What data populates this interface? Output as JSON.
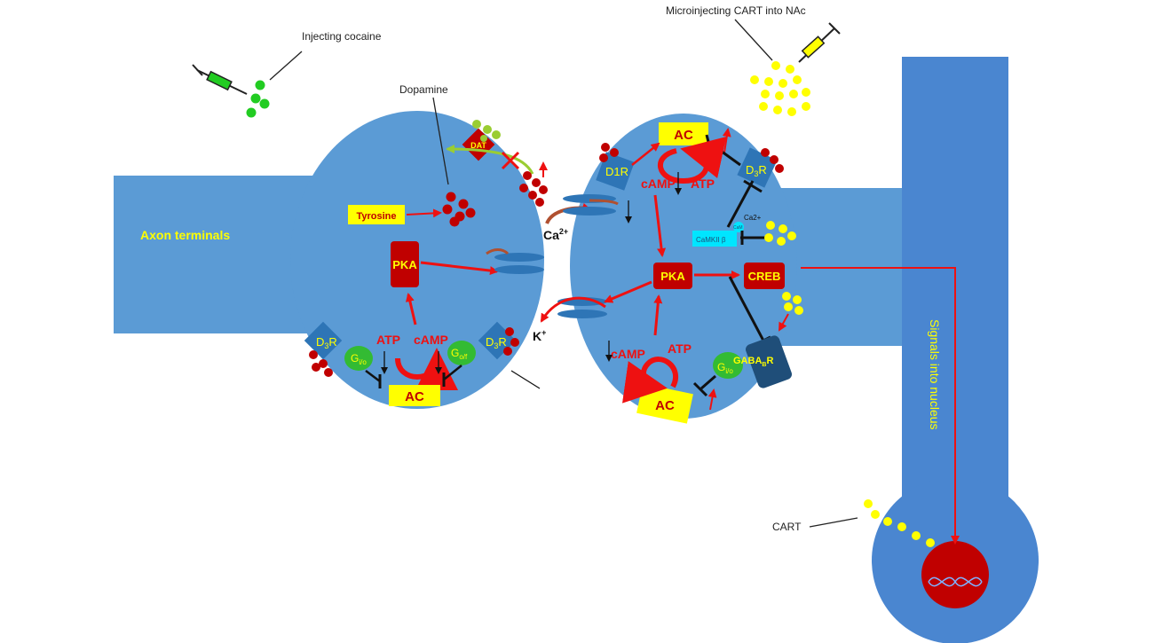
{
  "labels": {
    "injecting_cocaine": "Injecting cocaine",
    "microinjecting_cart": "Microinjecting CART into NAc",
    "dopamine": "Dopamine",
    "axon_terminals": "Axon terminals",
    "tyrosine": "Tyrosine",
    "dat": "DAT",
    "pka": "PKA",
    "atp": "ATP",
    "camp": "cAMP",
    "ac": "AC",
    "d3r": "D",
    "d3r_sub": "3",
    "d3r_tail": "R",
    "d1r": "D1R",
    "gio": "G",
    "gio_sub": "i/o",
    "gof": "G",
    "gof_sub": "o/f",
    "ca": "Ca",
    "ca_sup": "2+",
    "k": "K",
    "k_sup": "+",
    "camkii": "CaMKII",
    "camkii_suffix": "β",
    "ca2_small": "Ca2+",
    "cam": "CaM",
    "creb": "CREB",
    "gaba": "GABA",
    "gaba_sub": "B",
    "gaba_tail": "R",
    "signals_into_nucleus": "Signals into nucleus",
    "cart": "CART"
  },
  "colors": {
    "neuron": "#5b9bd5",
    "neuron_dark": "#4a86c8",
    "receptor": "#2e75b6",
    "gaba_receptor": "#1f4e79",
    "arrow": "#ee1111",
    "kinase": "#c00000",
    "dopamine_dot": "#c00000",
    "box_yellow": "#ffff00",
    "cocaine_green": "#22cc22",
    "cart_yellow": "#ffff00",
    "camkii_cyan": "#00e5ff",
    "g_protein": "#33bb33",
    "text_yellow": "#ffff00",
    "text_red": "#ff2222"
  }
}
